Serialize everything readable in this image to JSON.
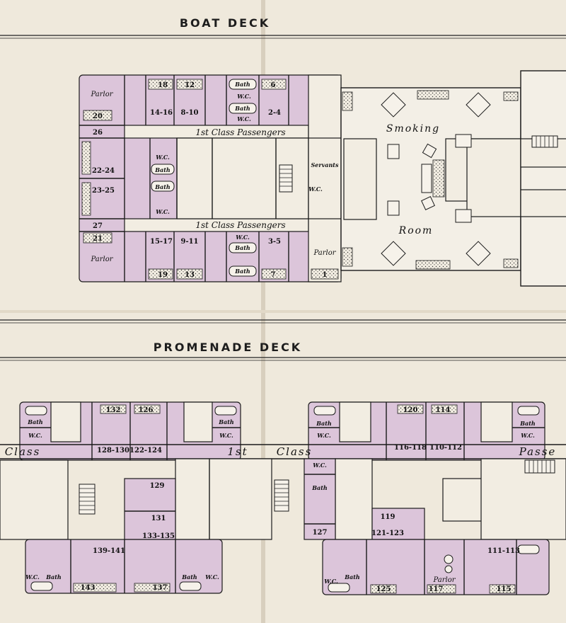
{
  "boat_deck": {
    "title": "BOAT DECK",
    "corridor_label_top": "1st Class Passengers",
    "corridor_label_bottom": "1st Class Passengers",
    "parlor_labels": [
      "Parlor",
      "Parlor",
      "Parlor"
    ],
    "cabins_top": [
      "18",
      "12",
      "6",
      "14-16",
      "8-10",
      "2-4",
      "20",
      "26"
    ],
    "cabins_left": [
      "22-24",
      "23-25"
    ],
    "cabins_bottom": [
      "27",
      "21",
      "15-17",
      "9-11",
      "3-5",
      "19",
      "13",
      "7",
      "1"
    ],
    "bath_labels": [
      "Bath",
      "Bath",
      "Bath",
      "Bath",
      "Bath",
      "Bath"
    ],
    "wc_labels": [
      "W.C.",
      "W.C.",
      "W.C.",
      "W.C.",
      "W.C.",
      "W.C."
    ],
    "servants_label": "Servants",
    "smoking_room_label_1": "Smoking",
    "smoking_room_label_2": "Room"
  },
  "promenade_deck": {
    "title": "PROMENADE DECK",
    "corridor_left": "Class",
    "corridor_center_1": "1st",
    "corridor_center_2": "Class",
    "corridor_right": "Passe",
    "cabins_left_top": [
      "132",
      "126",
      "128-130",
      "122-124"
    ],
    "cabins_right_top": [
      "120",
      "114",
      "116-118",
      "110-112"
    ],
    "cabins_left_bottom": [
      "129",
      "131",
      "133-135",
      "139-141",
      "143",
      "137"
    ],
    "cabins_right_bottom": [
      "127",
      "119",
      "121-123",
      "111-113",
      "125",
      "117",
      "115"
    ],
    "parlor_label": "Parlor",
    "bath_labels": [
      "Bath",
      "Bath",
      "Bath",
      "Bath",
      "Bath",
      "Bath",
      "Bath",
      "Bath"
    ],
    "wc_labels": [
      "W.C.",
      "W.C.",
      "W.C.",
      "W.C.",
      "W.C.",
      "W.C.",
      "W.C.",
      "W.C."
    ]
  },
  "colors": {
    "paper": "#efe9dc",
    "cabin_fill": "#dcc5da",
    "ink": "#1b1b1b"
  }
}
